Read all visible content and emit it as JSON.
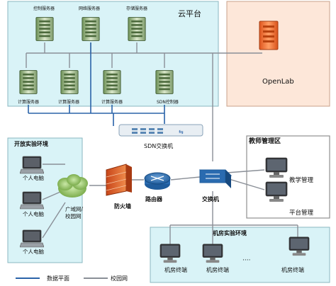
{
  "zones": {
    "cloud": "云平台",
    "openlab": "OpenLab",
    "open_env": "开放实验环境",
    "teacher": "教师管理区",
    "room": "机房实验环境"
  },
  "servers": {
    "ctrl": "控制服务器",
    "net": "网络服务器",
    "store": "存储服务器",
    "compute1": "计算服务器",
    "compute2": "计算服务器",
    "compute3": "计算服务器",
    "sdn_ctrl": "SDN控制器"
  },
  "devices": {
    "sdn_switch": "SDN交换机",
    "firewall": "防火墙",
    "router": "路由器",
    "switch": "交换机",
    "wan": "广域网/\n校园网",
    "pc1": "个人电脑",
    "pc2": "个人电脑",
    "pc3": "个人电脑",
    "teach_mgmt": "教学管理",
    "platform_mgmt": "平台管理",
    "term1": "机房终端",
    "term2": "机房终端",
    "term3": "机房终端",
    "ellipsis": "····"
  },
  "legend": {
    "data_plane": "数据平面",
    "campus_net": "校园网"
  },
  "colors": {
    "cloud_bg": "#d9f3f7",
    "openlab_bg": "#fde7d9",
    "data_plane": "#2a63a8",
    "campus": "#8a8f97"
  }
}
